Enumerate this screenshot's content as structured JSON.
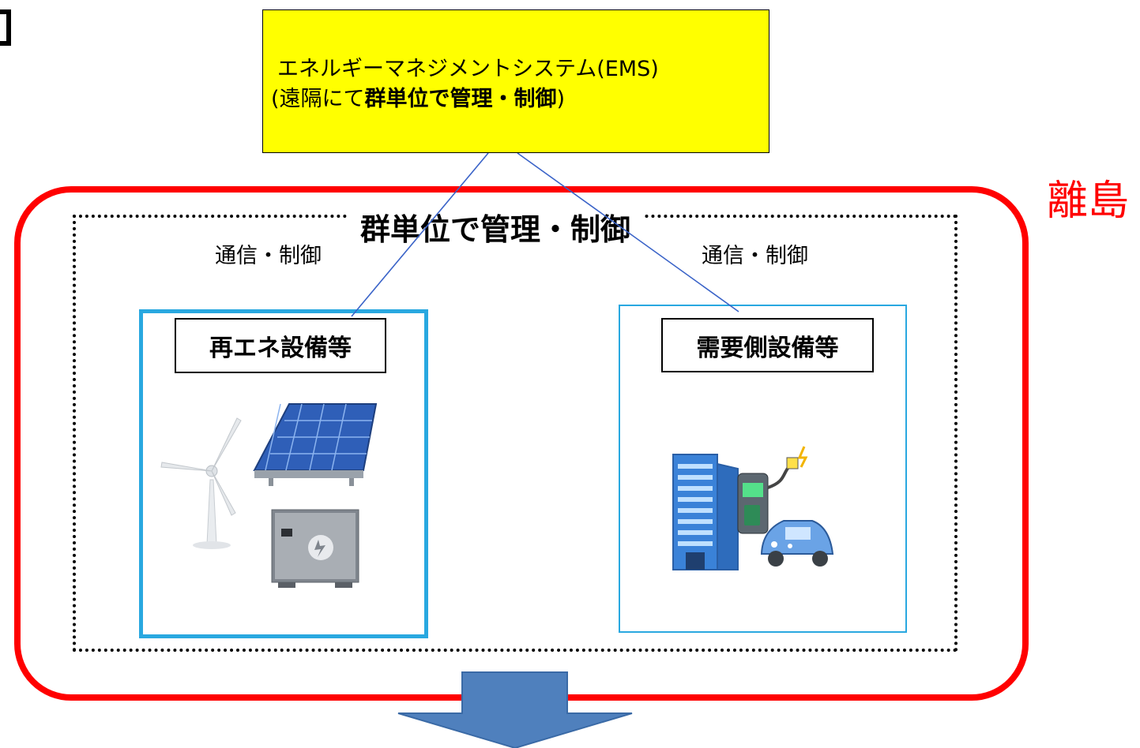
{
  "ems": {
    "line1": "エネルギーマネジメントシステム(EMS)",
    "line2_prefix": "(遠隔にて",
    "line2_bold": "群単位で管理・制御",
    "line2_suffix": ")"
  },
  "island_label": "離島",
  "group_title": "群単位で管理・制御",
  "comm_left": "通信・制御",
  "comm_right": "通信・制御",
  "renewables": {
    "label": "再エネ設備等"
  },
  "demand": {
    "label": "需要側設備等"
  },
  "colors": {
    "ems_fill": "#ffff00",
    "island_border": "#ff0000",
    "equipment_border": "#29a8e0",
    "connector": "#3a63c8",
    "arrow": "#4f80bd"
  },
  "icons": [
    "wind-turbine-icon",
    "solar-panel-icon",
    "battery-storage-icon",
    "office-building-icon",
    "ev-charger-icon",
    "electric-car-icon",
    "down-arrow-icon",
    "corner-bracket-icon"
  ]
}
